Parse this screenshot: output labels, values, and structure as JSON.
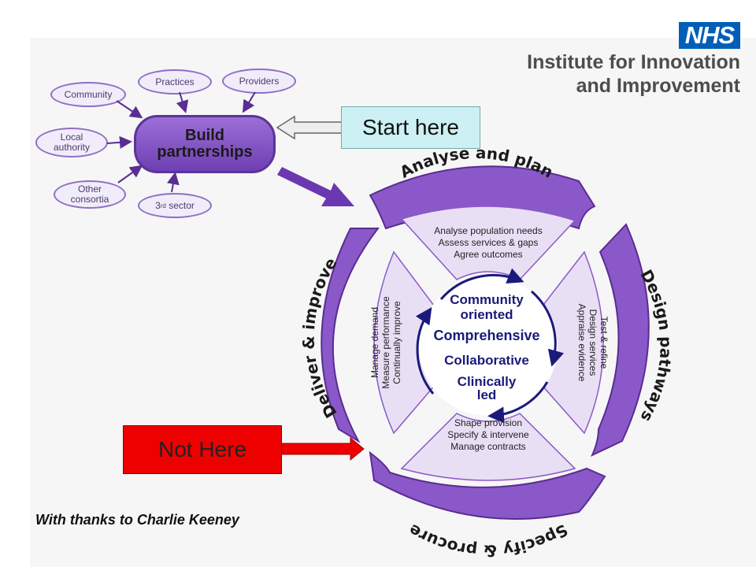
{
  "logo": {
    "badge": "NHS",
    "line1": "Institute for Innovation",
    "line2": "and Improvement"
  },
  "partners": {
    "community": "Community",
    "practices": "Practices",
    "providers": "Providers",
    "local_authority_1": "Local",
    "local_authority_2": "authority",
    "other_consortia_1": "Other",
    "other_consortia_2": "consortia",
    "third_sector": "3",
    "third_sector_sup": "rd",
    "third_sector_rest": " sector"
  },
  "build": {
    "line1": "Build",
    "line2": "partnerships"
  },
  "start_here": "Start here",
  "not_here": "Not Here",
  "thanks": "With thanks to Charlie Keeney",
  "cycle": {
    "top_band": "Analyse and plan",
    "right_band": "Design pathways",
    "bottom_band": "Specify & procure",
    "left_band": "Deliver & improve",
    "top_seg": [
      "Analyse population needs",
      "Assess services & gaps",
      "Agree outcomes"
    ],
    "right_seg": [
      "Appraise evidence",
      "Design services",
      "Test & refine"
    ],
    "bottom_seg": [
      "Shape provision",
      "Specify & intervene",
      "Manage contracts"
    ],
    "left_seg": [
      "Manage demand",
      "Measure performance",
      "Continually improve"
    ],
    "center": [
      "Community",
      "oriented",
      "Comprehensive",
      "Collaborative",
      "Clinically",
      "led"
    ]
  },
  "colors": {
    "purple_dark": "#5a2d91",
    "purple_band": "#8a58c8",
    "purple_light": "#e9dff5",
    "navy": "#1a1a7a",
    "nhs_blue": "#005eb8",
    "red": "#ee0000",
    "cyan": "#ccf0f3"
  }
}
